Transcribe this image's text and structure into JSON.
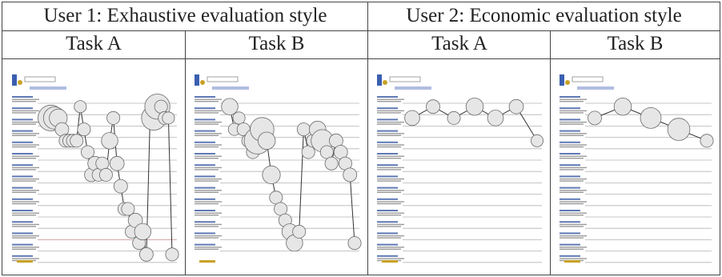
{
  "users": [
    {
      "title": "User 1: Exhaustive evaluation style",
      "tasks": [
        "Task A",
        "Task B"
      ]
    },
    {
      "title": "User 2: Economic evaluation style",
      "tasks": [
        "Task A",
        "Task B"
      ]
    }
  ],
  "colors": {
    "border": "#444444",
    "node_fill": "#e6e6e6",
    "node_stroke": "#6a6a6a",
    "path_line": "#333333",
    "result_row_line": "#b4b4b4",
    "highlighted_row_line": "#c58a8a",
    "snippet_text": "#5f79b5",
    "logo_blue": "#3a5fb0",
    "logo_gold": "#c9a227"
  },
  "panels": [
    {
      "id": "u1-task-a",
      "rows": 15,
      "highlighted_row": 12,
      "nodes": [
        [
          2,
          0.72
        ],
        [
          2,
          1.35
        ],
        [
          2,
          1.1
        ],
        [
          2,
          0.8
        ],
        [
          3,
          0.5
        ],
        [
          4,
          0.45
        ],
        [
          4,
          0.45
        ],
        [
          4,
          0.45
        ],
        [
          4,
          0.45
        ],
        [
          1,
          0.4
        ],
        [
          3,
          0.45
        ],
        [
          5,
          0.45
        ],
        [
          7,
          0.5
        ],
        [
          6,
          0.55
        ],
        [
          7,
          0.45
        ],
        [
          6,
          0.45
        ],
        [
          7,
          0.45
        ],
        [
          4,
          0.7
        ],
        [
          2,
          0.45
        ],
        [
          6,
          0.55
        ],
        [
          8,
          0.5
        ],
        [
          10,
          0.45
        ],
        [
          10,
          0.45
        ],
        [
          12,
          0.45
        ],
        [
          11,
          0.55
        ],
        [
          13,
          0.45
        ],
        [
          12,
          0.7
        ],
        [
          14,
          0.5
        ],
        [
          2,
          0.45
        ],
        [
          2,
          1.25
        ],
        [
          1,
          1.3
        ],
        [
          1,
          0.45
        ],
        [
          2,
          0.45
        ],
        [
          2,
          0.4
        ],
        [
          14,
          0.45
        ]
      ]
    },
    {
      "id": "u1-task-b",
      "rows": 14,
      "highlighted_row": -1,
      "nodes": [
        [
          1,
          0.7
        ],
        [
          3,
          0.4
        ],
        [
          2,
          0.4
        ],
        [
          3,
          0.45
        ],
        [
          4,
          0.45
        ],
        [
          5,
          0.45
        ],
        [
          4,
          1.4
        ],
        [
          3,
          1.2
        ],
        [
          4,
          0.75
        ],
        [
          7,
          0.8
        ],
        [
          9,
          0.45
        ],
        [
          10,
          0.45
        ],
        [
          11,
          0.45
        ],
        [
          12,
          0.65
        ],
        [
          13,
          0.7
        ],
        [
          12,
          0.45
        ],
        [
          3,
          0.45
        ],
        [
          5,
          0.45
        ],
        [
          4,
          0.45
        ],
        [
          3,
          0.7
        ],
        [
          4,
          1.1
        ],
        [
          5,
          0.45
        ],
        [
          6,
          0.45
        ],
        [
          4,
          0.5
        ],
        [
          5,
          0.5
        ],
        [
          6,
          0.45
        ],
        [
          7,
          0.5
        ],
        [
          13,
          0.45
        ]
      ]
    },
    {
      "id": "u2-task-a",
      "rows": 15,
      "highlighted_row": -1,
      "nodes": [
        [
          2,
          0.6
        ],
        [
          1,
          0.5
        ],
        [
          2,
          0.45
        ],
        [
          1,
          0.75
        ],
        [
          2,
          0.65
        ],
        [
          1,
          0.55
        ],
        [
          4,
          0.4
        ]
      ]
    },
    {
      "id": "u2-task-b",
      "rows": 15,
      "highlighted_row": -1,
      "nodes": [
        [
          2,
          0.5
        ],
        [
          1,
          0.75
        ],
        [
          2,
          1.0
        ],
        [
          3,
          1.1
        ],
        [
          4,
          0.45
        ]
      ]
    }
  ]
}
